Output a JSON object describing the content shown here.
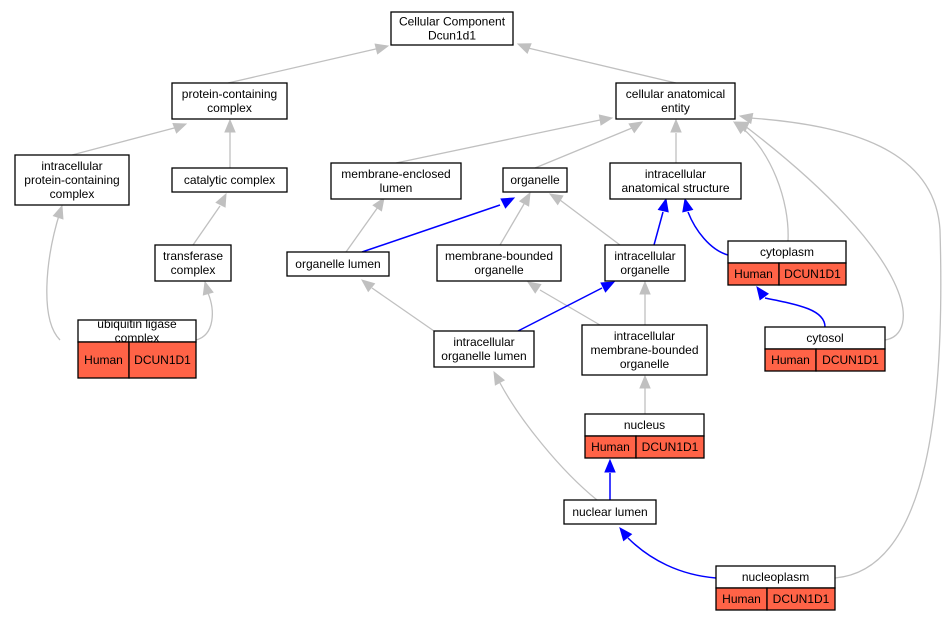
{
  "colors": {
    "edge_plain": "#c0c0c0",
    "edge_highlight": "#0000ff",
    "annotation_fill": "#ff6347"
  },
  "nodes": {
    "root": [
      "Cellular Component",
      "Dcun1d1"
    ],
    "protein_containing_complex": [
      "protein-containing",
      "complex"
    ],
    "cellular_anatomical_entity": [
      "cellular anatomical",
      "entity"
    ],
    "intracellular_protein_containing_complex": [
      "intracellular",
      "protein-containing",
      "complex"
    ],
    "catalytic_complex": [
      "catalytic complex"
    ],
    "membrane_enclosed_lumen": [
      "membrane-enclosed",
      "lumen"
    ],
    "organelle": [
      "organelle"
    ],
    "intracellular_anatomical_structure": [
      "intracellular",
      "anatomical structure"
    ],
    "transferase_complex": [
      "transferase",
      "complex"
    ],
    "organelle_lumen": [
      "organelle lumen"
    ],
    "membrane_bounded_organelle": [
      "membrane-bounded",
      "organelle"
    ],
    "intracellular_organelle": [
      "intracellular",
      "organelle"
    ],
    "cytoplasm": [
      "cytoplasm"
    ],
    "ubiquitin_ligase_complex": [
      "ubiquitin ligase",
      "complex"
    ],
    "intracellular_organelle_lumen": [
      "intracellular",
      "organelle lumen"
    ],
    "intracellular_membrane_bounded_organelle": [
      "intracellular",
      "membrane-bounded",
      "organelle"
    ],
    "cytosol": [
      "cytosol"
    ],
    "nucleus": [
      "nucleus"
    ],
    "nuclear_lumen": [
      "nuclear lumen"
    ],
    "nucleoplasm": [
      "nucleoplasm"
    ]
  },
  "annotation": {
    "species": "Human",
    "gene": "DCUN1D1"
  }
}
